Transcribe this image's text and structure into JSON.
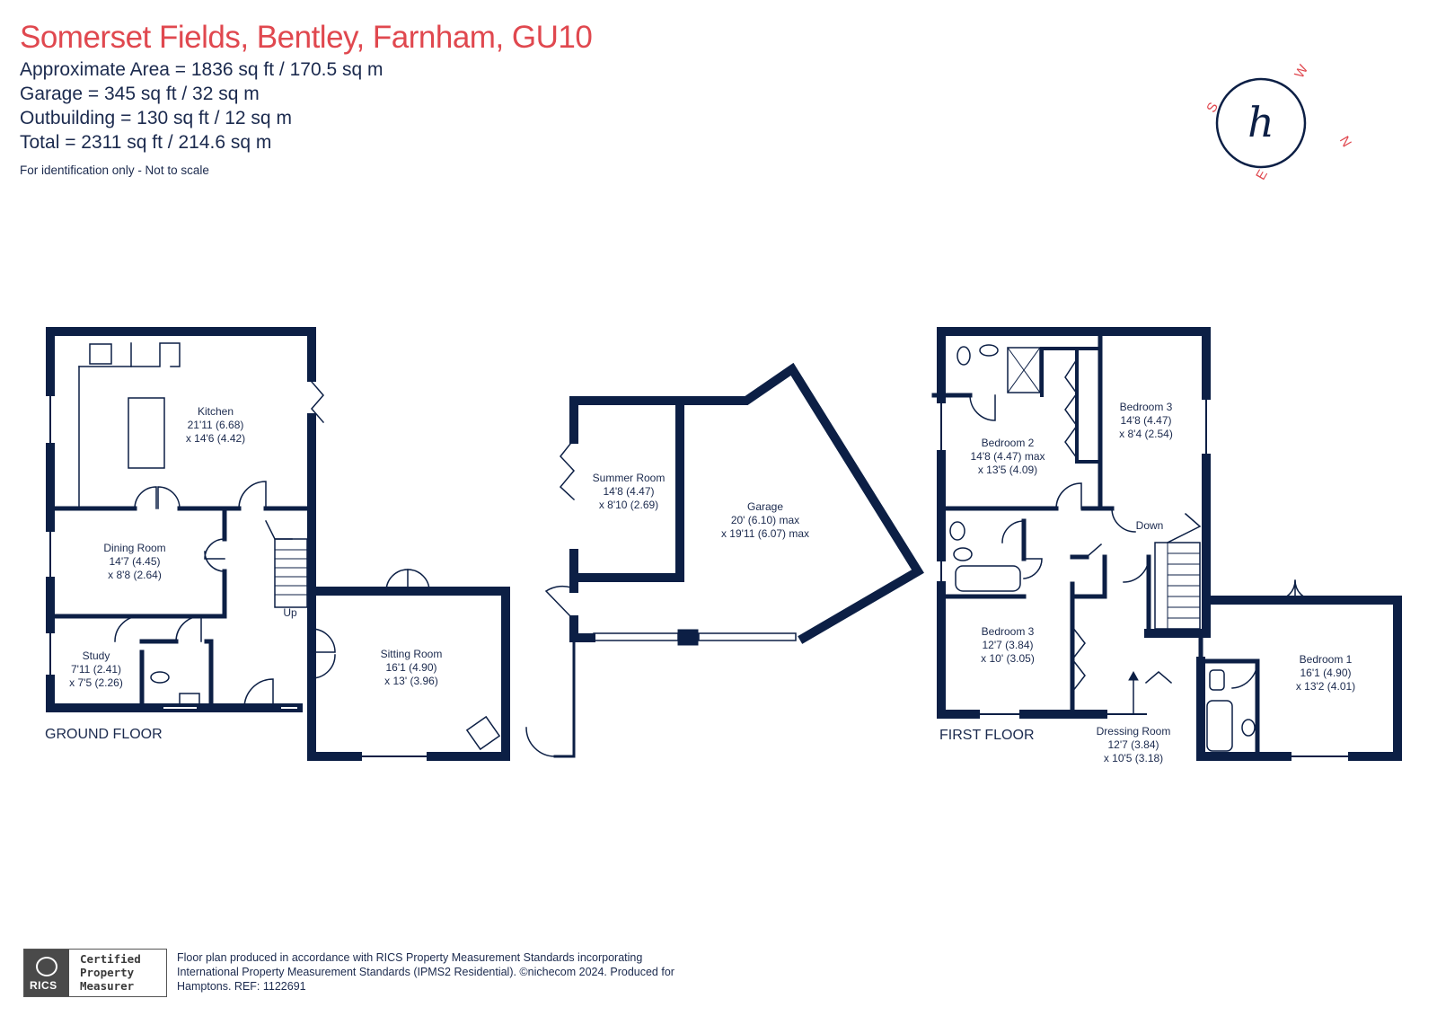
{
  "header": {
    "title": "Somerset Fields, Bentley, Farnham, GU10",
    "area_lines": [
      "Approximate Area = 1836 sq ft / 170.5 sq m",
      "Garage = 345 sq ft / 32 sq m",
      "Outbuilding = 130 sq ft / 12 sq m",
      "Total = 2311 sq ft / 214.6 sq m"
    ],
    "note": "For identification only - Not to scale"
  },
  "compass": {
    "letters": [
      "W",
      "S",
      "N",
      "E"
    ],
    "logo_glyph": "h"
  },
  "floors": {
    "ground": "GROUND FLOOR",
    "first": "FIRST FLOOR"
  },
  "rooms": {
    "kitchen": [
      "Kitchen",
      "21'11 (6.68)",
      "x 14'6 (4.42)"
    ],
    "dining": [
      "Dining Room",
      "14'7 (4.45)",
      "x 8'8 (2.64)"
    ],
    "study": [
      "Study",
      "7'11 (2.41)",
      "x 7'5 (2.26)"
    ],
    "sitting": [
      "Sitting Room",
      "16'1 (4.90)",
      "x 13' (3.96)"
    ],
    "summer": [
      "Summer Room",
      "14'8 (4.47)",
      "x 8'10 (2.69)"
    ],
    "garage": [
      "Garage",
      "20' (6.10) max",
      "x 19'11 (6.07) max"
    ],
    "bedroom2": [
      "Bedroom 2",
      "14'8 (4.47) max",
      "x 13'5 (4.09)"
    ],
    "bedroom3a": [
      "Bedroom 3",
      "14'8 (4.47)",
      "x 8'4 (2.54)"
    ],
    "bedroom3b": [
      "Bedroom 3",
      "12'7 (3.84)",
      "x 10' (3.05)"
    ],
    "dressing": [
      "Dressing Room",
      "12'7 (3.84)",
      "x 10'5 (3.18)"
    ],
    "bedroom1": [
      "Bedroom 1",
      "16'1 (4.90)",
      "x 13'2 (4.01)"
    ]
  },
  "stairs": {
    "up": "Up",
    "down": "Down"
  },
  "rics": {
    "word": "RICS",
    "lines": [
      "Certified",
      "Property",
      "Measurer"
    ]
  },
  "footer": {
    "lines": [
      "Floor plan produced in accordance with RICS Property Measurement Standards incorporating",
      "International Property Measurement Standards (IPMS2 Residential).  ©nichecom 2024.   Produced for",
      "Hamptons.  REF: 1122691"
    ]
  },
  "colors": {
    "wall": "#0c1f45",
    "accent": "#e0484f",
    "text": "#1b2a4e"
  }
}
